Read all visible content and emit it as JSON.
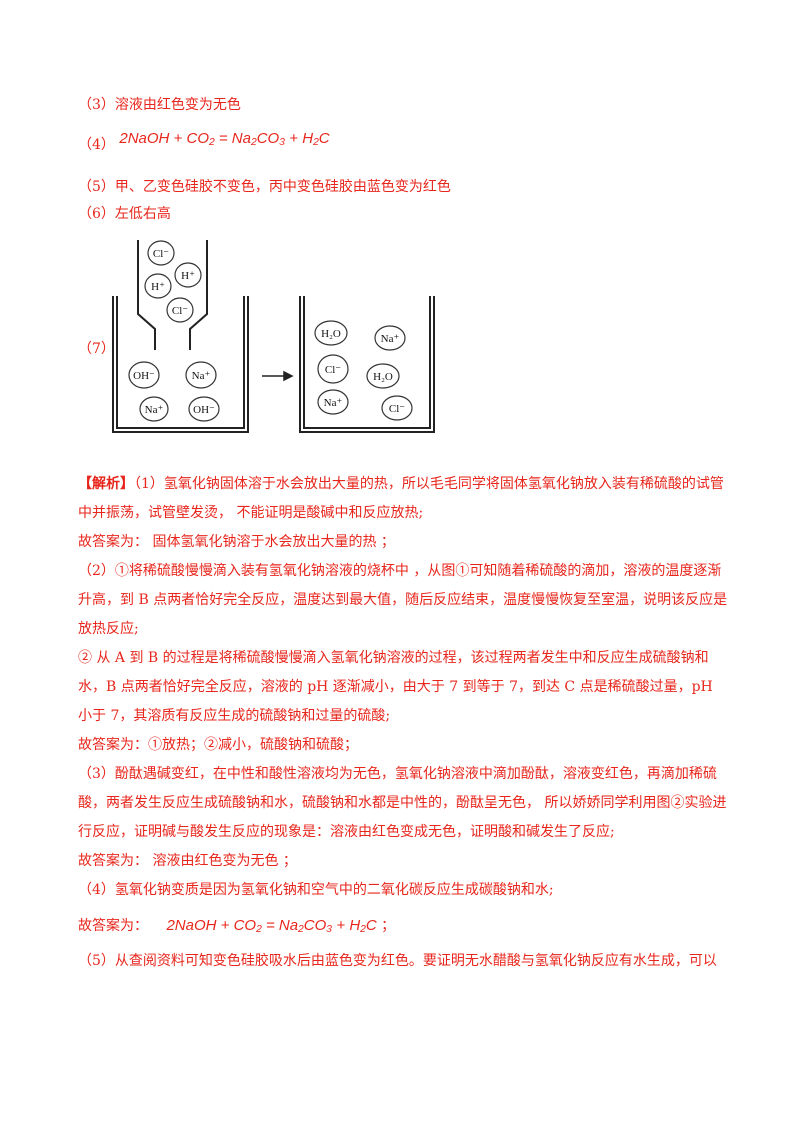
{
  "items": {
    "i3": "（3）溶液由红色变为无色",
    "i4_prefix": "（4）",
    "i4_eq": "2NaOH + CO₂ = Na₂CO₃ + H₂C",
    "i5": "（5）甲、乙变色硅胶不变色，丙中变色硅胶由蓝色变为红色",
    "i6": "（6）左低右高",
    "i7_prefix": "（7）"
  },
  "diagram": {
    "tube_ions": [
      "Cl⁻",
      "H⁺",
      "H⁺",
      "Cl⁻"
    ],
    "left_beaker_ions": [
      "OH⁻",
      "Na⁺",
      "Na⁺",
      "OH⁻"
    ],
    "right_beaker_ions": [
      "H₂O",
      "Na⁺",
      "Cl⁻",
      "H₂O",
      "Na⁺",
      "Cl⁻"
    ]
  },
  "analysis": {
    "tag": "【解析】",
    "p1": "（1）氢氧化钠固体溶于水会放出大量的热，所以毛毛同学将固体氢氧化钠放入装有稀硫酸的试管中并振荡，试管壁发烫， 不能证明是酸碱中和反应放热;",
    "a1": "故答案为： 固体氢氧化钠溶于水会放出大量的热 ；",
    "p2": "（2）①将稀硫酸慢慢滴入装有氢氧化钠溶液的烧杯中 ，从图①可知随着稀硫酸的滴加，溶液的温度逐渐升高，到 B 点两者恰好完全反应，温度达到最大值，随后反应结束，温度慢慢恢复至室温，说明该反应是放热反应;",
    "p2b": "② 从 A 到 B 的过程是将稀硫酸慢慢滴入氢氧化钠溶液的过程，该过程两者发生中和反应生成硫酸钠和水，B 点两者恰好完全反应，溶液的 pH 逐渐减小，由大于 7 到等于 7，到达 C 点是稀硫酸过量，pH 小于 7，其溶质有反应生成的硫酸钠和过量的硫酸;",
    "a2": "故答案为：①放热；②减小，硫酸钠和硫酸；",
    "p3": "（3）酚酞遇碱变红，在中性和酸性溶液均为无色，氢氧化钠溶液中滴加酚酞，溶液变红色，再滴加稀硫酸，两者发生反应生成硫酸钠和水，硫酸钠和水都是中性的，酚酞呈无色， 所以娇娇同学利用图②实验进行反应，证明碱与酸发生反应的现象是：溶液由红色变成无色，证明酸和碱发生了反应;",
    "a3": "故答案为： 溶液由红色变为无色 ；",
    "p4": "（4）氢氧化钠变质是因为氢氧化钠和空气中的二氧化碳反应生成碳酸钠和水;",
    "a4_prefix": "故答案为：",
    "a4_eq": "2NaOH + CO₂ = Na₂CO₃ + H₂C",
    "a4_suffix": "；",
    "p5": "（5）从查阅资料可知变色硅胶吸水后由蓝色变为红色。要证明无水醋酸与氢氧化钠反应有水生成，可以"
  }
}
